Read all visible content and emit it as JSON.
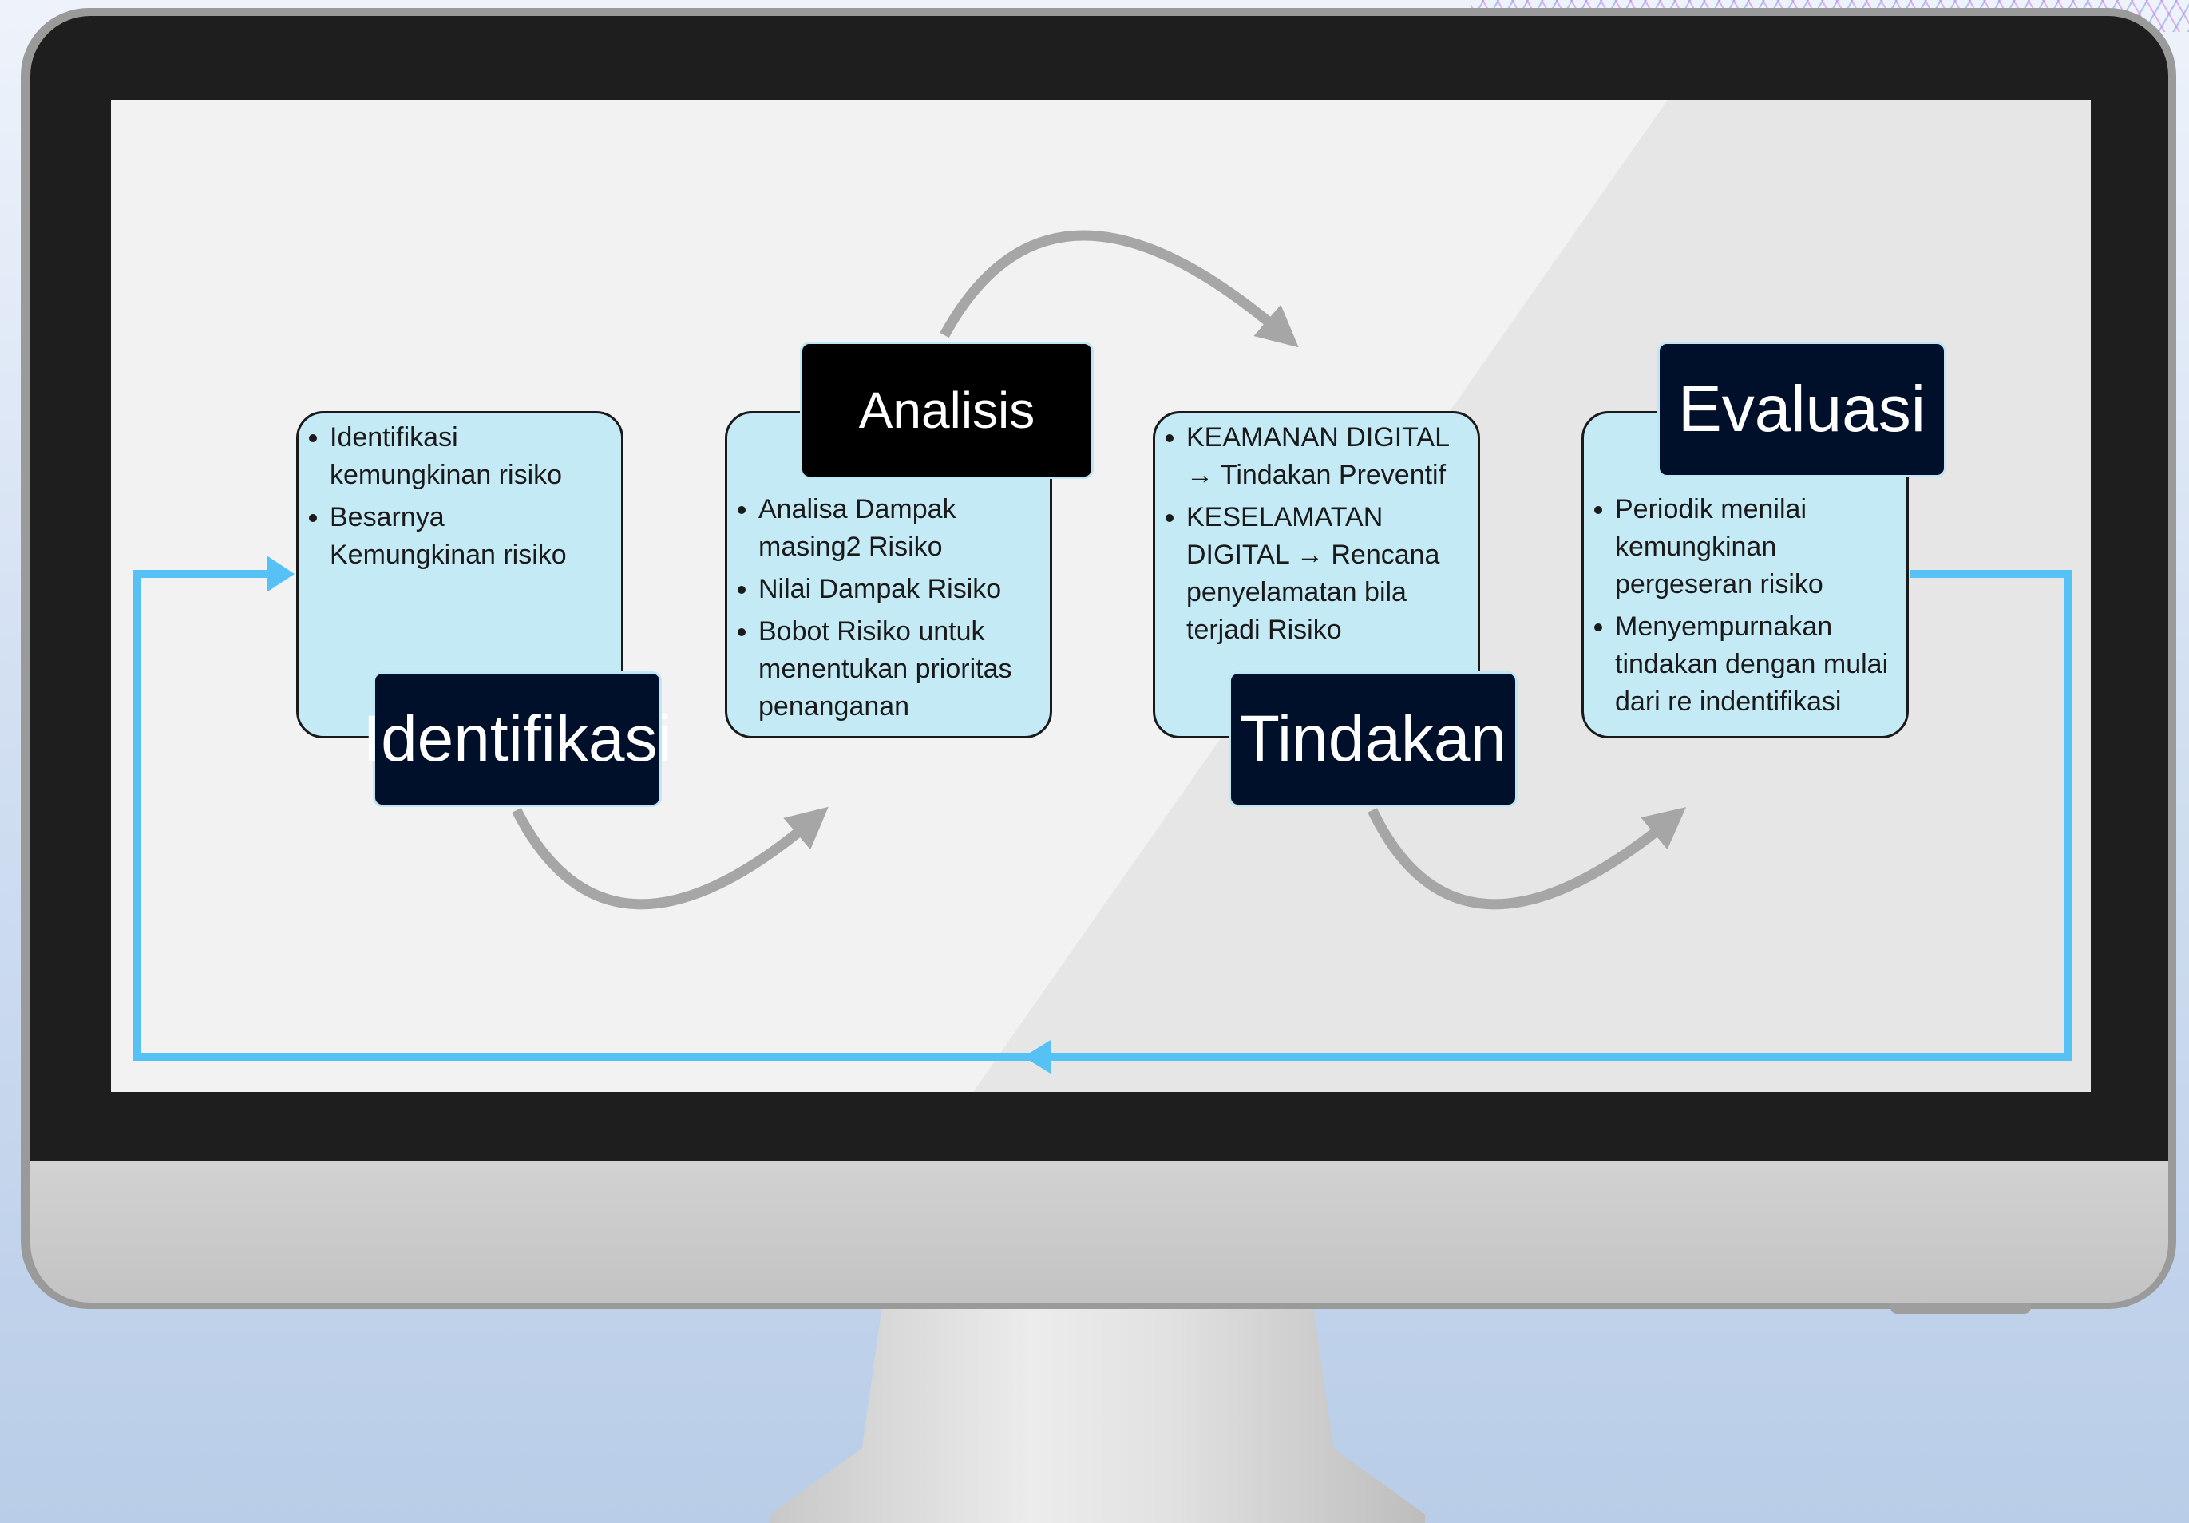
{
  "colors": {
    "card_fill": "#c4eaf6",
    "label_fill": "#00102a",
    "loop_line": "#56c1f5",
    "curved_arrows": "#a6a6a6"
  },
  "steps": [
    {
      "label": "Identifikasi",
      "bullets": [
        "Identifikasi kemungkinan risiko",
        "Besarnya Kemungkinan risiko"
      ]
    },
    {
      "label": "Analisis",
      "bullets": [
        "Analisa Dampak masing2 Risiko",
        "Nilai Dampak Risiko",
        "Bobot Risiko untuk menentukan prioritas penanganan"
      ]
    },
    {
      "label": "Tindakan",
      "bullets": [
        "KEAMANAN DIGITAL → Tindakan Preventif",
        "KESELAMATAN DIGITAL → Rencana penyelamatan bila terjadi Risiko"
      ]
    },
    {
      "label": "Evaluasi",
      "bullets": [
        "Periodik menilai kemungkinan pergeseran risiko",
        "Menyempurnakan tindakan dengan mulai dari re indentifikasi"
      ]
    }
  ]
}
